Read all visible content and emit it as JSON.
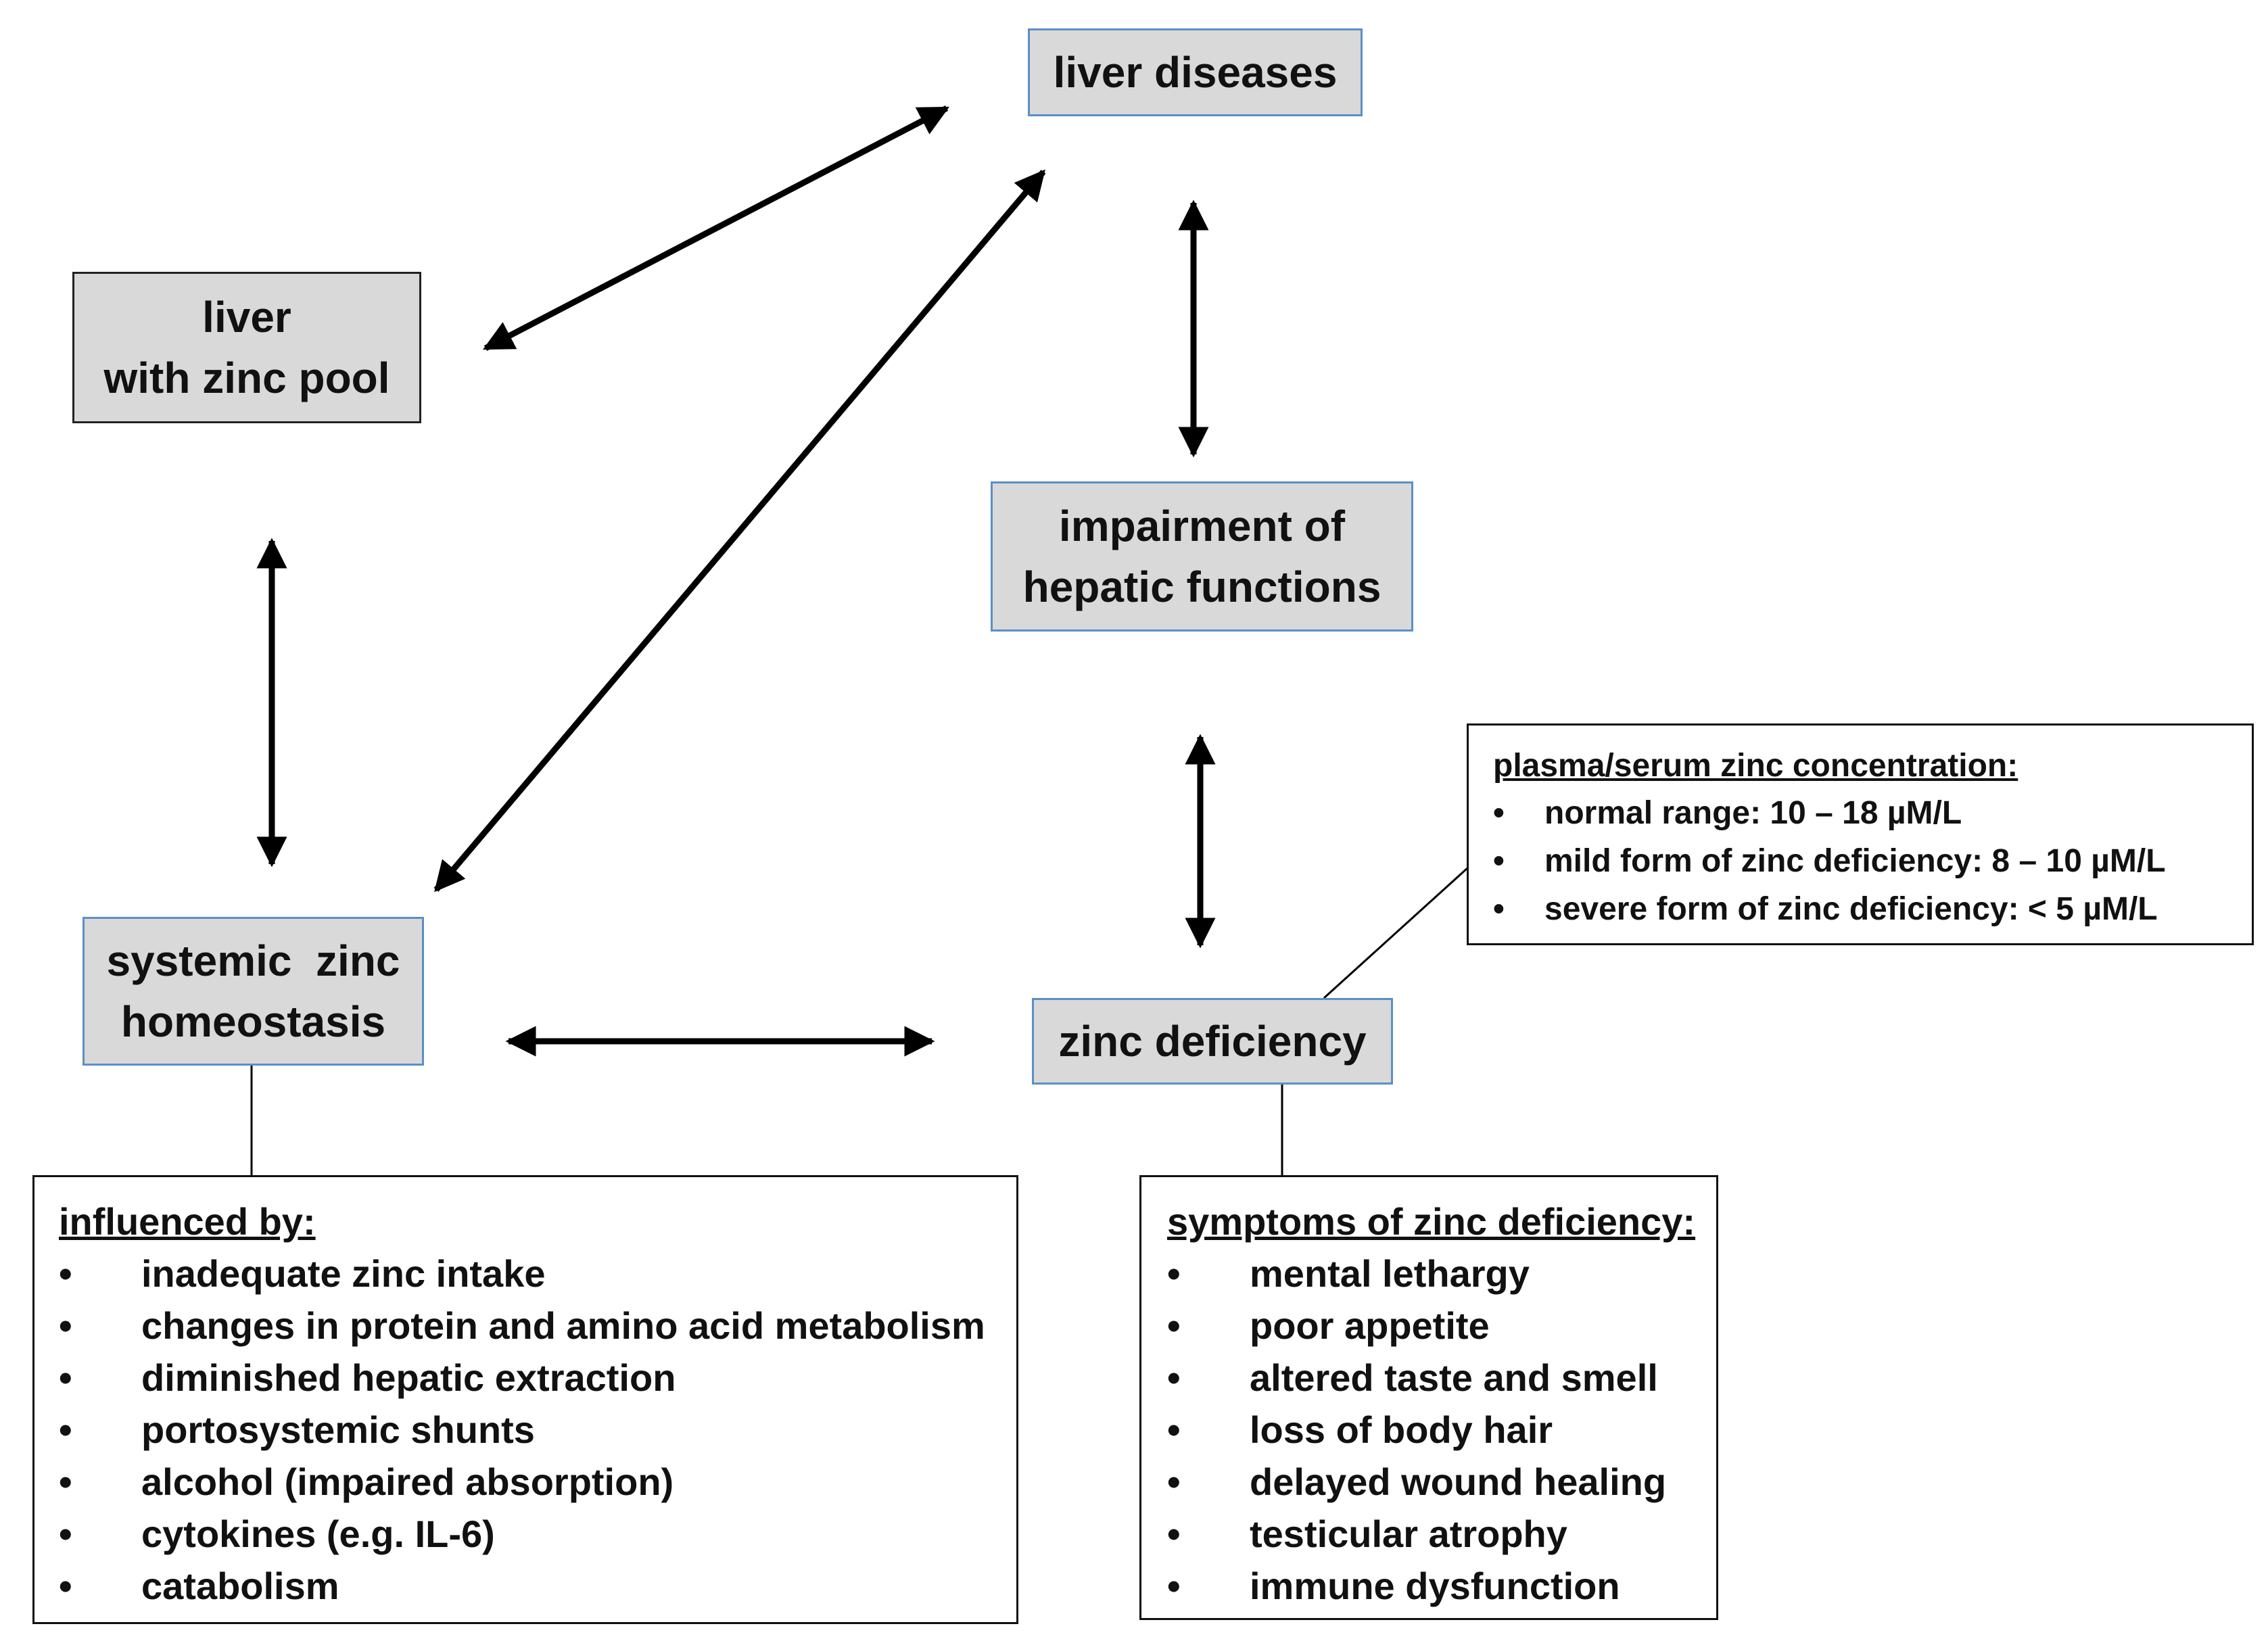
{
  "nodes": {
    "liver_diseases": "liver diseases",
    "liver_zinc_pool": [
      "liver",
      "with zinc pool"
    ],
    "impairment": [
      "impairment of",
      "hepatic functions"
    ],
    "systemic_homeostasis": [
      "systemic  zinc",
      "homeostasis"
    ],
    "zinc_deficiency": "zinc deficiency"
  },
  "plasma_box": {
    "header": "plasma/serum zinc concentration:",
    "items": [
      "normal range: 10 – 18 µM/L",
      "mild form of zinc deficiency: 8 – 10 µM/L",
      "severe form of zinc deficiency: < 5 µM/L"
    ]
  },
  "influenced_box": {
    "header": "influenced by:",
    "items": [
      "inadequate zinc intake",
      "changes in protein and amino acid metabolism",
      "diminished hepatic extraction",
      "portosystemic shunts",
      "alcohol (impaired absorption)",
      "cytokines (e.g. IL-6)",
      "catabolism"
    ]
  },
  "symptoms_box": {
    "header": "symptoms of zinc deficiency:",
    "items": [
      "mental lethargy",
      "poor appetite",
      "altered taste and smell",
      "loss of body hair",
      "delayed wound healing",
      "testicular atrophy",
      "immune dysfunction"
    ]
  },
  "bullet": "•"
}
